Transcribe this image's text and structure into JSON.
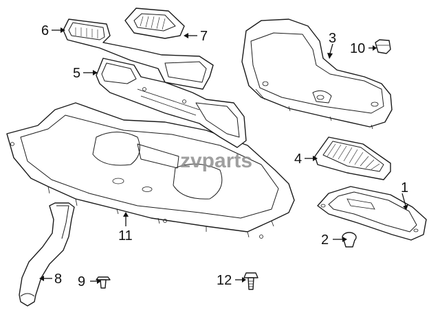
{
  "watermark": "zvparts",
  "callouts": {
    "c1": "1",
    "c2": "2",
    "c3": "3",
    "c4": "4",
    "c5": "5",
    "c6": "6",
    "c7": "7",
    "c8": "8",
    "c9": "9",
    "c10": "10",
    "c11": "11",
    "c12": "12"
  }
}
